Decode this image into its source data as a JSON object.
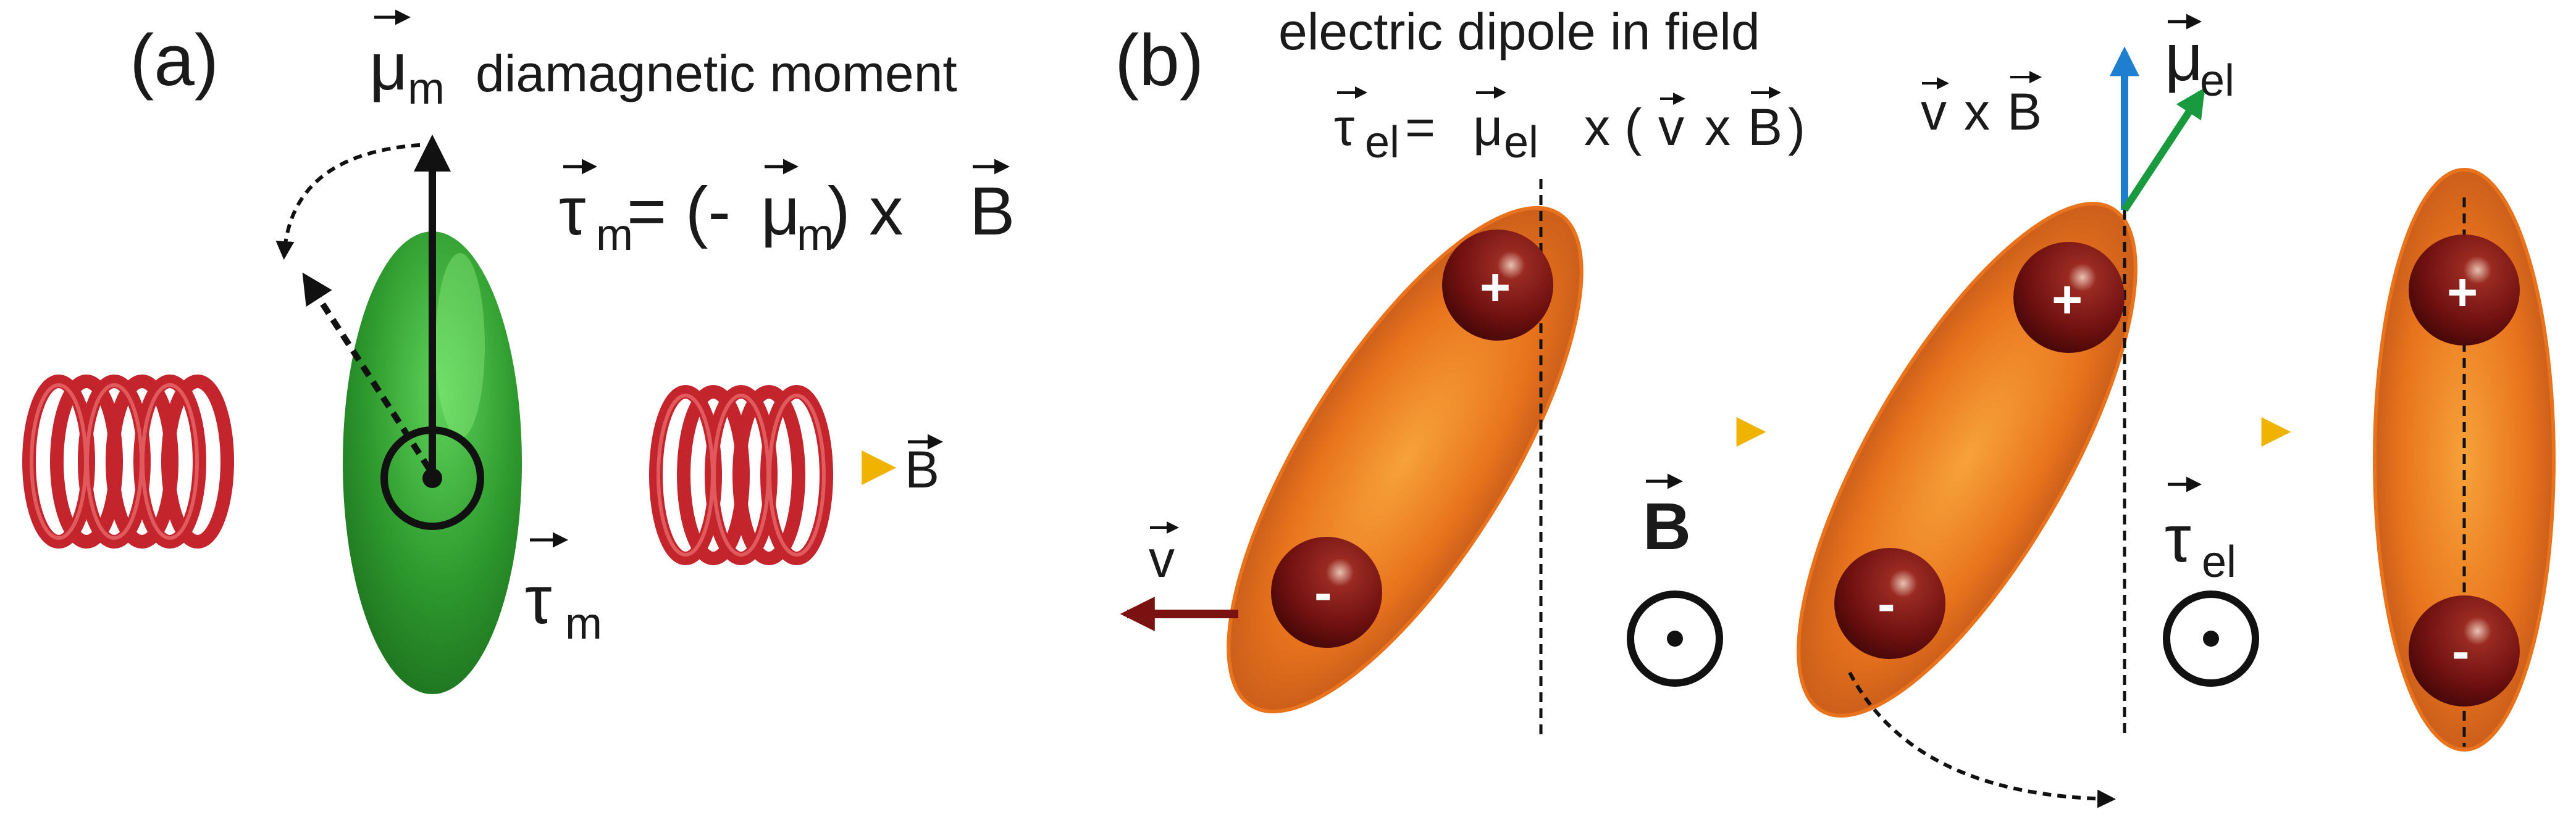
{
  "figure": {
    "panel_a": {
      "label": "(a)",
      "mu_symbol": "μ",
      "mu_sub": "m",
      "moment_text": "diamagnetic moment",
      "torque_lhs_symbol": "τ",
      "torque_lhs_sub": "m",
      "torque_eq": "= (-",
      "torque_eq_mu": "μ",
      "torque_eq_mu_sub": "m",
      "torque_eq_end": ") x ",
      "torque_eq_B": "B",
      "tau_symbol": "τ",
      "tau_sub": "m",
      "B_label": "B"
    },
    "panel_b": {
      "label": "(b)",
      "title": "electric dipole in field",
      "eq_tau": "τ",
      "eq_tau_sub": "el",
      "eq_equals": "=",
      "eq_mu": "μ",
      "eq_mu_sub": "el",
      "eq_rest": "x (",
      "eq_v": "v",
      "eq_x": "x",
      "eq_B": "B",
      "eq_close": ")",
      "v_label": "v",
      "B_label": "B",
      "vxB_v": "v",
      "vxB_x": "x",
      "vxB_B": "B",
      "mu_el_symbol": "μ",
      "mu_el_sub": "el",
      "tau_el_symbol": "τ",
      "tau_el_sub": "el",
      "charge_plus": "+",
      "charge_minus": "-"
    },
    "colors": {
      "coil_red": "#c4242c",
      "coil_yellow": "#f2b705",
      "green_body": "#2e9a2e",
      "orange_body": "#e8731c",
      "charge_dark": "#6e1010",
      "v_arrow": "#7a1212",
      "blue_arrow": "#1e7fd0",
      "green_arrow": "#1a9a3e"
    }
  }
}
